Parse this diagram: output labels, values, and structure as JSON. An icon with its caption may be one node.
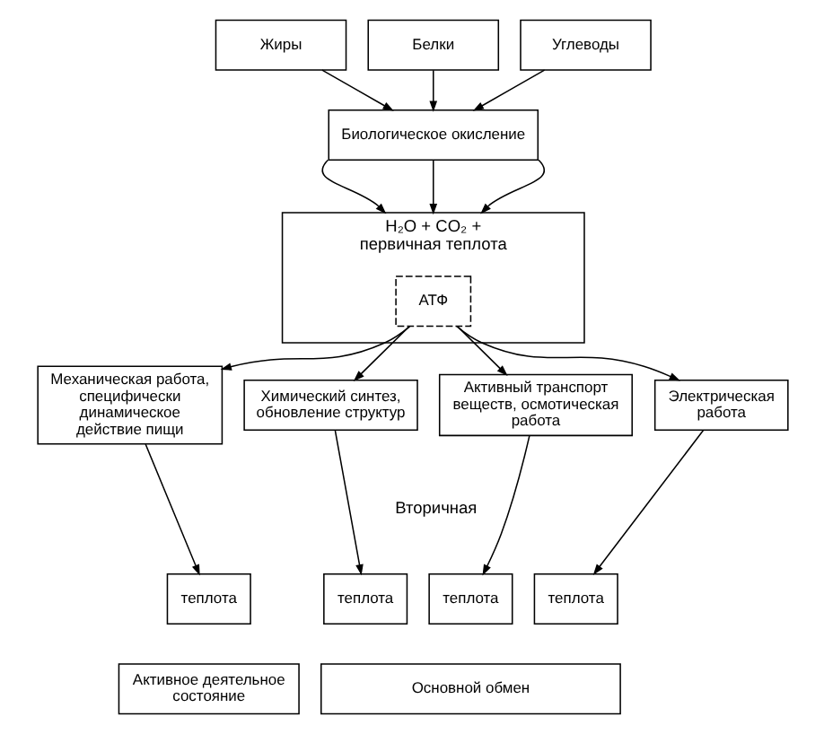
{
  "diagram": {
    "nodes": [
      {
        "text": [
          "Жиры"
        ]
      },
      {
        "text": [
          "Белки"
        ]
      },
      {
        "text": [
          "Углеводы"
        ]
      },
      {
        "text": [
          "Биологическое окисление"
        ]
      },
      {
        "text": [
          "H₂O + CO₂ +",
          "первичная теплота"
        ]
      },
      {
        "text": [
          "АТФ"
        ],
        "in": 4
      },
      {
        "text": [
          "Механическая работа, специфически динамическое действие пищи"
        ]
      },
      {
        "text": [
          "Химический синтез, обновление структур"
        ]
      },
      {
        "text": [
          "Активный транспорт веществ, осмотическая работа"
        ]
      },
      {
        "text": [
          "Электрическая работа"
        ]
      },
      {
        "text": [
          "теплота"
        ]
      },
      {
        "text": [
          "теплота"
        ]
      },
      {
        "text": [
          "теплота"
        ]
      },
      {
        "text": [
          "теплота"
        ]
      },
      {
        "text": [
          "Активное деятельное состояние"
        ]
      },
      {
        "text": [
          "Основной обмен"
        ]
      }
    ],
    "edges": [
      {
        "from": 0,
        "to": 3,
        "arrow": "to"
      },
      {
        "from": 1,
        "to": 3,
        "arrow": "to"
      },
      {
        "from": 2,
        "to": 3,
        "arrow": "to"
      },
      {
        "from": 3,
        "to": 4,
        "arrow": "to"
      },
      {
        "from": 3,
        "to": 4,
        "arrow": "to"
      },
      {
        "from": 3,
        "to": 4,
        "arrow": "to"
      },
      {
        "from": 5,
        "to": 6,
        "arrow": "to"
      },
      {
        "from": 5,
        "to": 7,
        "arrow": "to"
      },
      {
        "from": 5,
        "to": 8,
        "arrow": "to"
      },
      {
        "from": 5,
        "to": 9,
        "arrow": "to"
      },
      {
        "from": 6,
        "to": 10,
        "arrow": "to"
      },
      {
        "from": 7,
        "to": 11,
        "arrow": "to"
      },
      {
        "from": 8,
        "to": 12,
        "arrow": "to"
      },
      {
        "from": 9,
        "to": 13,
        "arrow": "to"
      }
    ],
    "labels": [
      "Вторичная"
    ]
  }
}
